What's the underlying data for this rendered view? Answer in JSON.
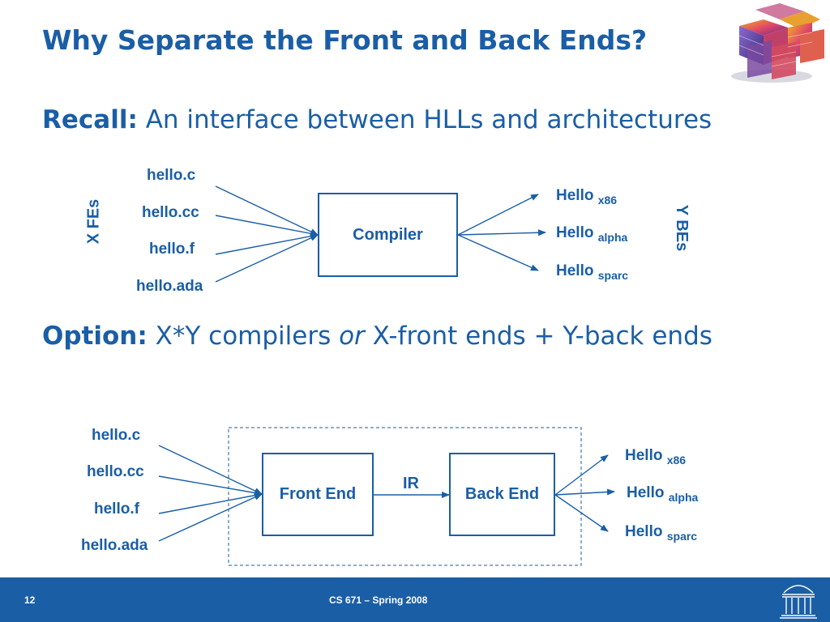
{
  "title": "Why Separate the Front and Back Ends?",
  "recall": {
    "label": "Recall:",
    "text": "An interface between HLLs and architectures"
  },
  "option": {
    "label": "Option:",
    "text_a": "X*Y compilers ",
    "text_or": "or",
    "text_b": " X-front ends + Y-back ends"
  },
  "diagram1": {
    "sources": [
      "hello.c",
      "hello.cc",
      "hello.f",
      "hello.ada"
    ],
    "compiler_label": "Compiler",
    "targets": [
      {
        "main": "Hello",
        "sub": "x86"
      },
      {
        "main": "Hello",
        "sub": "alpha"
      },
      {
        "main": "Hello",
        "sub": "sparc"
      }
    ],
    "left_side_label": "X FEs",
    "right_side_label": "Y BEs"
  },
  "diagram2": {
    "sources": [
      "hello.c",
      "hello.cc",
      "hello.f",
      "hello.ada"
    ],
    "front_end_label": "Front End",
    "back_end_label": "Back End",
    "ir_label": "IR",
    "targets": [
      {
        "main": "Hello",
        "sub": "x86"
      },
      {
        "main": "Hello",
        "sub": "alpha"
      },
      {
        "main": "Hello",
        "sub": "sparc"
      }
    ]
  },
  "footer": {
    "page_number": "12",
    "course": "CS 671 – Spring 2008"
  },
  "logo": {
    "name": "cube-logo-icon"
  },
  "footer_logo": {
    "name": "rotunda-logo-icon"
  },
  "colors": {
    "accent": "#1a5ea6",
    "background": "#ffffff"
  }
}
